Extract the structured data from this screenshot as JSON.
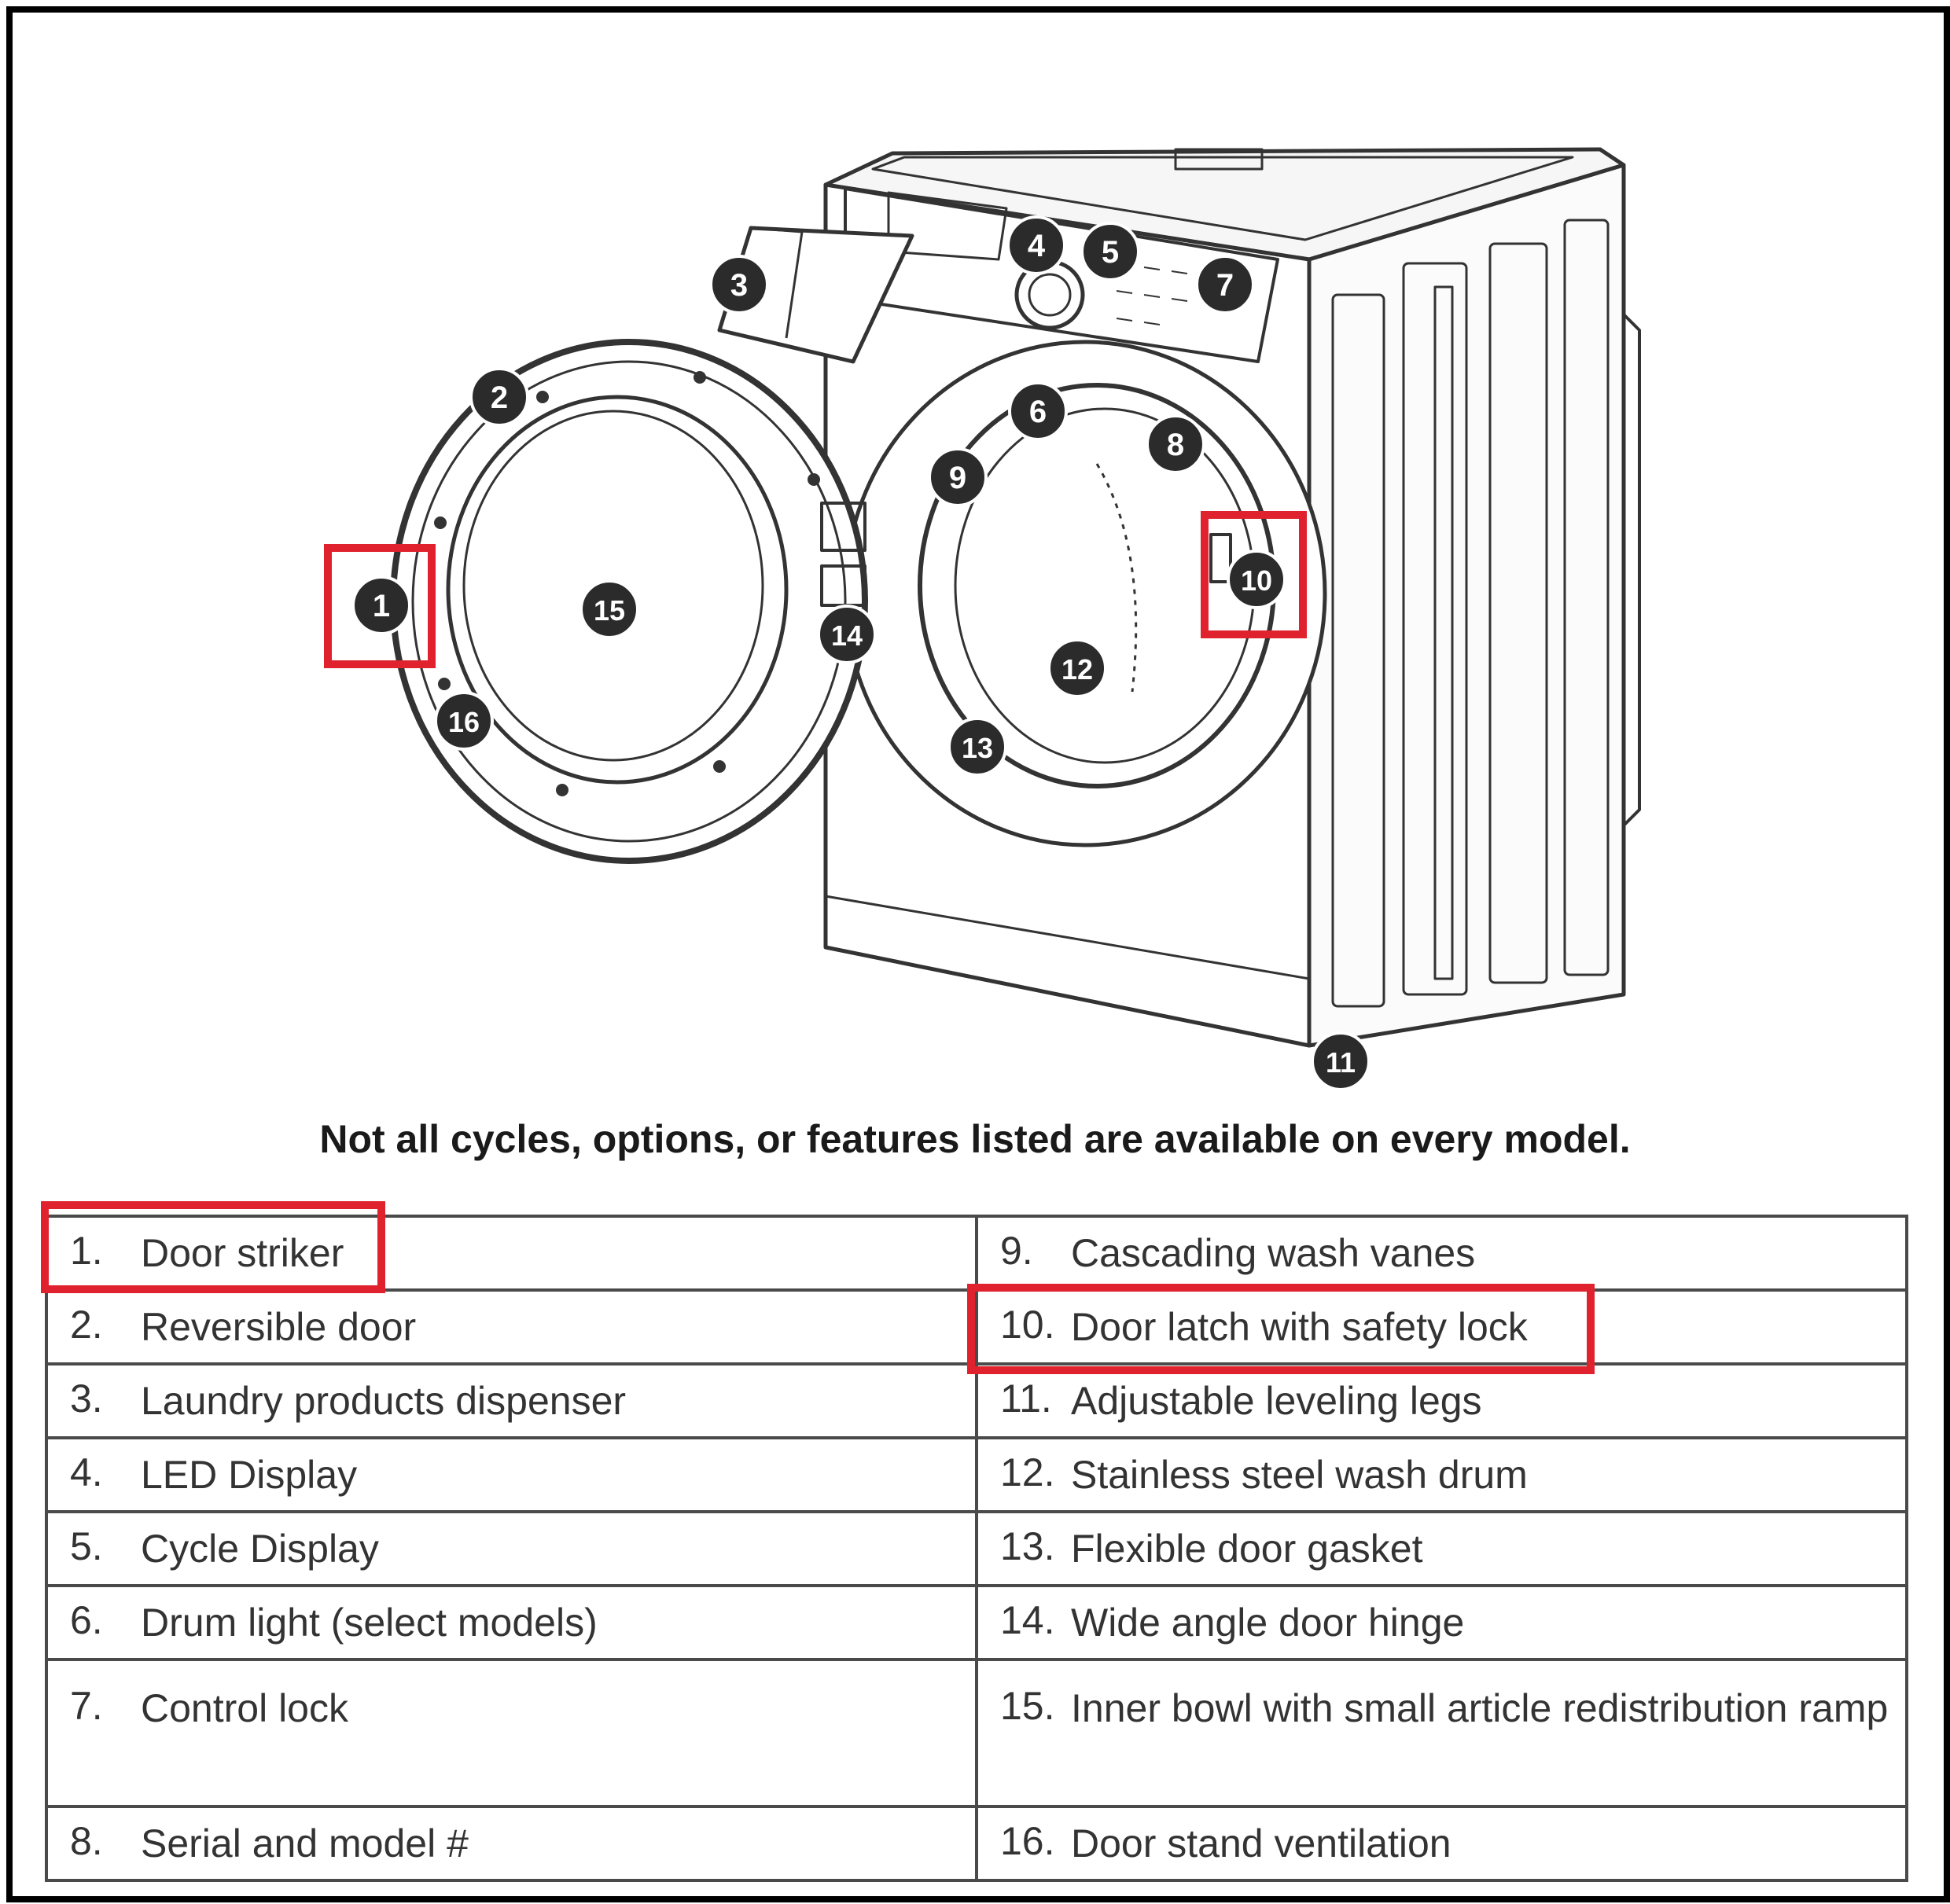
{
  "caption": "Not all cycles, options, or features listed are available on every model.",
  "callouts": [
    {
      "n": "1",
      "label": "Door striker"
    },
    {
      "n": "2",
      "label": "Reversible door"
    },
    {
      "n": "3",
      "label": "Laundry products dispenser"
    },
    {
      "n": "4",
      "label": "LED Display"
    },
    {
      "n": "5",
      "label": "Cycle Display"
    },
    {
      "n": "6",
      "label": "Drum light (select models)"
    },
    {
      "n": "7",
      "label": "Control lock"
    },
    {
      "n": "8",
      "label": "Serial and model #"
    },
    {
      "n": "9",
      "label": "Cascading wash vanes"
    },
    {
      "n": "10",
      "label": "Door latch with safety lock"
    },
    {
      "n": "11",
      "label": "Adjustable leveling legs"
    },
    {
      "n": "12",
      "label": "Stainless steel wash drum"
    },
    {
      "n": "13",
      "label": "Flexible door gasket"
    },
    {
      "n": "14",
      "label": "Wide angle door hinge"
    },
    {
      "n": "15",
      "label": "Inner bowl with small article redistribution ramp"
    },
    {
      "n": "16",
      "label": "Door stand ventilation"
    }
  ],
  "legend": {
    "rows": [
      [
        {
          "num": "1.",
          "label": "Door striker"
        },
        {
          "num": "9.",
          "label": "Cascading wash vanes"
        }
      ],
      [
        {
          "num": "2.",
          "label": "Reversible door"
        },
        {
          "num": "10.",
          "label": "Door latch with safety lock"
        }
      ],
      [
        {
          "num": "3.",
          "label": "Laundry products dispenser"
        },
        {
          "num": "11.",
          "label": "Adjustable leveling legs"
        }
      ],
      [
        {
          "num": "4.",
          "label": "LED Display"
        },
        {
          "num": "12.",
          "label": "Stainless steel wash drum"
        }
      ],
      [
        {
          "num": "5.",
          "label": "Cycle Display"
        },
        {
          "num": "13.",
          "label": "Flexible door gasket"
        }
      ],
      [
        {
          "num": "6.",
          "label": "Drum light (select models)"
        },
        {
          "num": "14.",
          "label": "Wide angle door hinge"
        }
      ],
      [
        {
          "num": "7.",
          "label": "Control lock"
        },
        {
          "num": "15.",
          "label": "Inner bowl with small article redistribution ramp"
        }
      ],
      [
        {
          "num": "8.",
          "label": "Serial and model #"
        },
        {
          "num": "16.",
          "label": "Door stand ventilation"
        }
      ]
    ]
  },
  "highlighted": [
    "1",
    "10"
  ],
  "colors": {
    "highlight": "#e0222e",
    "callout_fill": "#2b2b2b",
    "line": "#333333"
  }
}
